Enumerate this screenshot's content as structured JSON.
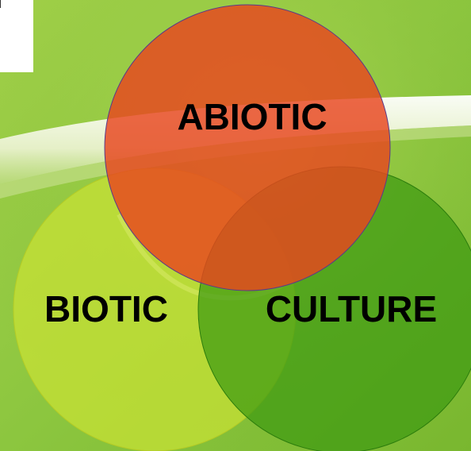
{
  "diagram": {
    "type": "venn",
    "sets": [
      {
        "id": "abiotic",
        "label": "ABIOTIC",
        "color": "#e8451e"
      },
      {
        "id": "biotic",
        "label": "BIOTIC",
        "color": "#c9e234"
      },
      {
        "id": "culture",
        "label": "CULTURE",
        "color": "#3e9a12"
      }
    ]
  },
  "background": {
    "primary_color": "#8cc63f",
    "stripe_color": "#f5f8e8"
  }
}
